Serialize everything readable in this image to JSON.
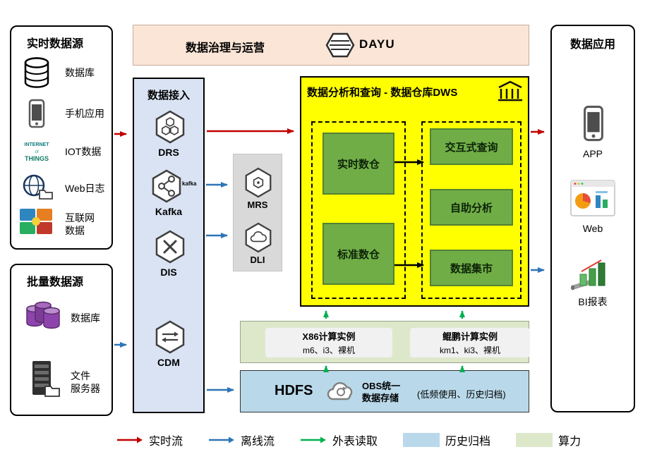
{
  "realtime": {
    "title": "实时数据源",
    "items": [
      {
        "label": "数据库"
      },
      {
        "label": "手机应用"
      },
      {
        "label": "IOT数据"
      },
      {
        "label": "Web日志"
      },
      {
        "label": "互联网",
        "label2": "数据"
      }
    ]
  },
  "batch": {
    "title": "批量数据源",
    "items": [
      {
        "label": "数据库"
      },
      {
        "label": "文件",
        "label2": "服务器"
      }
    ]
  },
  "governance": {
    "title": "数据治理与运营",
    "logo_text": "DAYU"
  },
  "ingestion": {
    "title": "数据接入",
    "drs": "DRS",
    "kafka": "Kafka",
    "kafka_logo": "kafka",
    "dis": "DIS",
    "cdm": "CDM"
  },
  "middleware": {
    "mrs": "MRS",
    "dli": "DLI"
  },
  "dws": {
    "title": "数据分析和查询 - 数据仓库DWS",
    "realtime_wh": "实时数仓",
    "standard_wh": "标准数仓",
    "interactive_query": "交互式查询",
    "self_service": "自助分析",
    "data_mart": "数据集市"
  },
  "compute": {
    "x86_title": "X86计算实例",
    "x86_sub": "m6、i3、裸机",
    "kunpeng_title": "鲲鹏计算实例",
    "kunpeng_sub": "km1、ki3、裸机"
  },
  "storage": {
    "hdfs": "HDFS",
    "obs_line1": "OBS统一",
    "obs_line2": "数据存储",
    "note": "(低频使用、历史归档)"
  },
  "apps": {
    "title": "数据应用",
    "app": "APP",
    "web": "Web",
    "bi": "BI报表"
  },
  "legend": {
    "realtime_flow": "实时流",
    "offline_flow": "离线流",
    "external_read": "外表读取",
    "archive": "历史归档",
    "compute_power": "算力"
  },
  "colors": {
    "realtime_arrow": "#c00000",
    "offline_arrow": "#2e75b6",
    "external_arrow": "#00b050",
    "archive_fill": "#b9d9ea",
    "compute_fill": "#dde8cb",
    "dws_fill": "#ffff00",
    "node_fill": "#70ad47"
  }
}
